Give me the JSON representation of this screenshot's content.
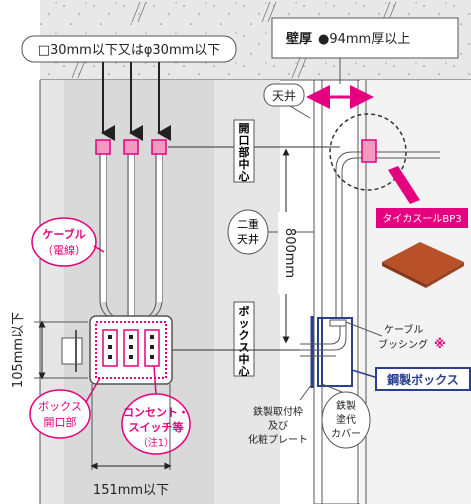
{
  "colors": {
    "pink": "#e4007f",
    "pink_light": "#f49ac1",
    "wall_gray": "#e5e5e5",
    "steel_blue": "#2b3f8f",
    "product_brown": "#b8512a"
  },
  "labels": {
    "hole_size": "□30mm以下又はφ30mm以下",
    "wall_thickness_title": "壁厚",
    "wall_thickness_value": "●94mm厚以上",
    "ceiling": "天井",
    "opening_center_v": [
      "開",
      "口",
      "部",
      "中",
      "心"
    ],
    "double_ceiling_1": "二重",
    "double_ceiling_2": "天井",
    "dimension_800": "800mm",
    "box_center_v": [
      "ボ",
      "ッ",
      "ク",
      "ス",
      "中",
      "心"
    ],
    "cable_1": "ケーブル",
    "cable_2": "（電線）",
    "product_name": "タイカスールBP3",
    "cable_bushing_1": "ケーブル",
    "cable_bushing_2": "ブッシング",
    "asterisk": "※",
    "steel_box": "鋼製ボックス",
    "dimension_105": "105mm以下",
    "box_opening_1": "ボックス",
    "box_opening_2": "開口部",
    "outlet_1": "コンセント・",
    "outlet_2": "スイッチ等",
    "outlet_note": "（注1）",
    "steel_frame_1": "鉄製取付枠",
    "steel_frame_2": "及び",
    "steel_frame_3": "化粧プレート",
    "steel_cover_1": "鉄製",
    "steel_cover_2": "塗代",
    "steel_cover_3": "カバー",
    "dimension_151": "151mm以下"
  },
  "icons": {
    "arrows": "down-arrow-icon",
    "product": "fire-seal-pad-icon"
  }
}
